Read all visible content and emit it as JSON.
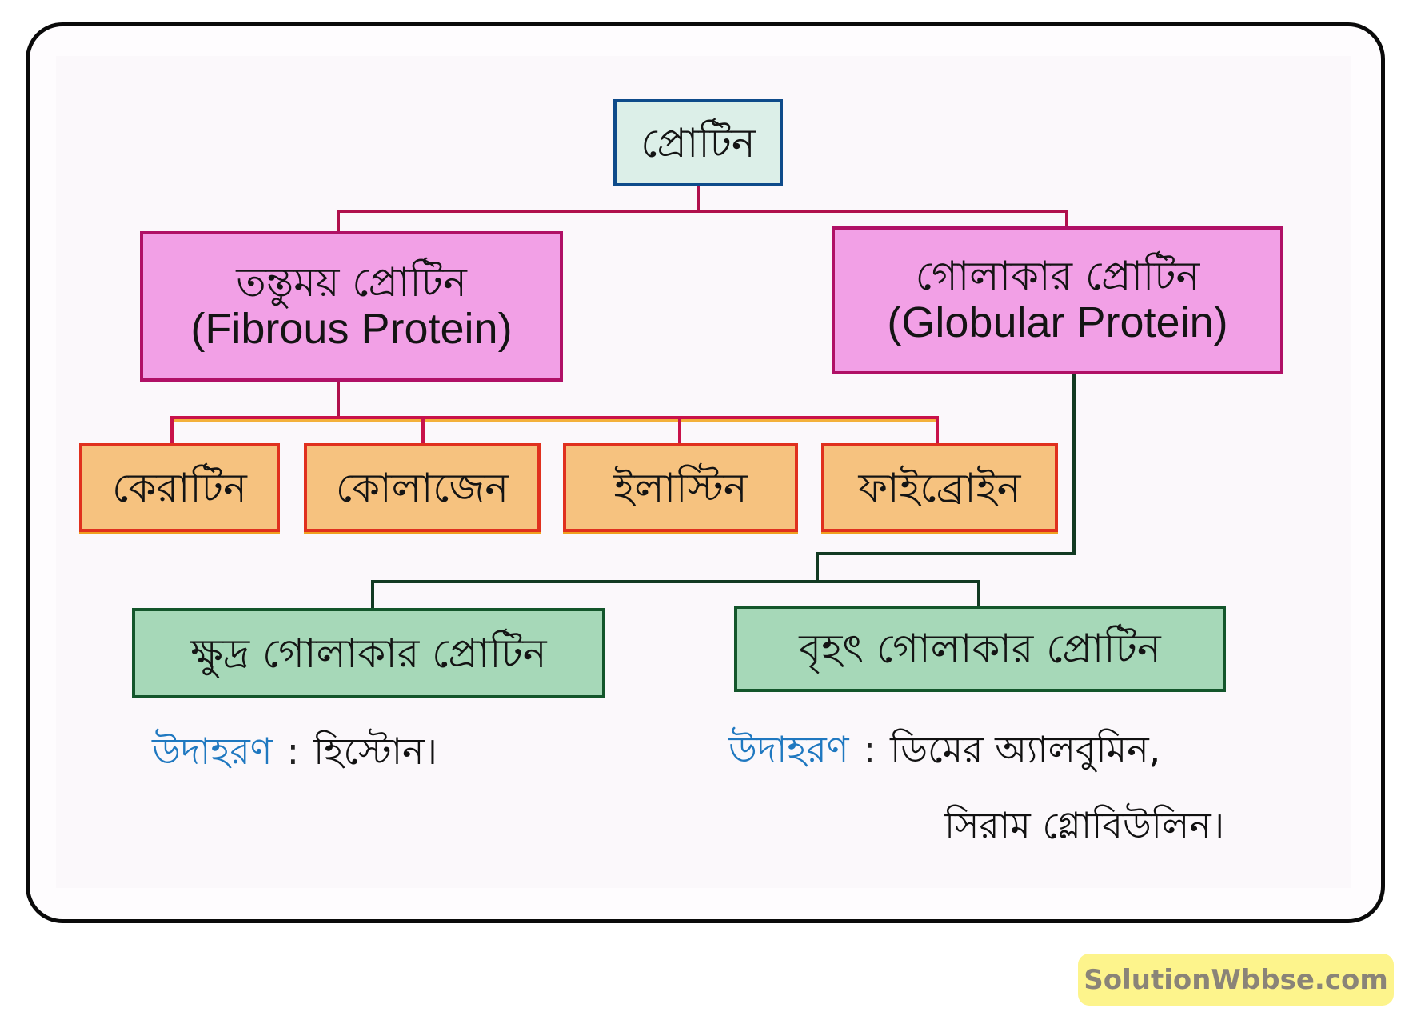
{
  "diagram": {
    "root": {
      "label": "প্রোটিন"
    },
    "fibrous": {
      "label_bn": "তন্তুময় প্রোটিন",
      "label_en": "(Fibrous Protein)"
    },
    "globular": {
      "label_bn": "গোলাকার প্রোটিন",
      "label_en": "(Globular Protein)"
    },
    "fibrous_examples": [
      {
        "label": "কেরাটিন"
      },
      {
        "label": "কোলাজেন"
      },
      {
        "label": "ইলাস্টিন"
      },
      {
        "label": "ফাইব্রোইন"
      }
    ],
    "globular_types": [
      {
        "label": "ক্ষুদ্র গোলাকার প্রোটিন"
      },
      {
        "label": "বৃহৎ গোলাকার প্রোটিন"
      }
    ],
    "examples": {
      "small": {
        "label": "উদাহরণ",
        "colon": ":",
        "text": "হিস্টোন।"
      },
      "large": {
        "label": "উদাহরণ",
        "colon": ":",
        "text_line1": "ডিমের অ্যালবুমিন,",
        "text_line2": "সিরাম গ্লোবিউলিন।"
      }
    },
    "colors": {
      "root_border": "#0e4b8a",
      "pink_fill": "#f2a0e6",
      "pink_border": "#b01066",
      "orange_fill": "#f6c27f",
      "orange_border": "#e0301e",
      "green_fill": "#a6d8b8",
      "green_border": "#13562b",
      "example_label": "#1f78c0"
    }
  },
  "watermark": {
    "text": "SolutionWbbse.com"
  }
}
